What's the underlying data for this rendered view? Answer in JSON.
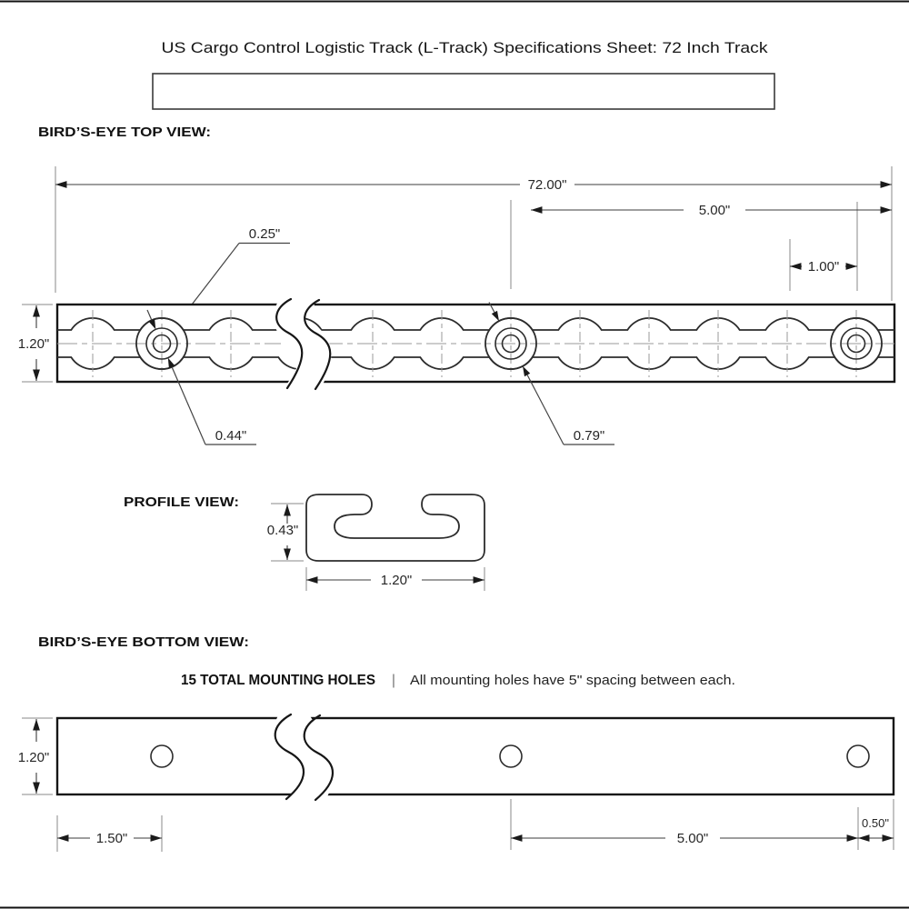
{
  "title": "US Cargo Control Logistic Track (L-Track) Specifications Sheet: 72 Inch Track",
  "sections": {
    "top_view": "BIRD’S-EYE TOP VIEW:",
    "profile": "PROFILE VIEW:",
    "bottom_view": "BIRD’S-EYE BOTTOM VIEW:"
  },
  "note": {
    "bold": "15 TOTAL MOUNTING HOLES",
    "separator": "|",
    "text": "All mounting holes have 5\" spacing between each."
  },
  "top_view_dims": {
    "overall_length": "72.00\"",
    "hole_spacing": "5.00\"",
    "circle_spacing": "1.00\"",
    "track_width": "1.20\"",
    "screw_hole_dia": "0.25\"",
    "countersink_dia": "0.44\"",
    "hole_dia": "0.79\""
  },
  "profile_dims": {
    "height": "0.43\"",
    "width": "1.20\""
  },
  "bottom_view_dims": {
    "track_width": "1.20\"",
    "first_hole_offset": "1.50\"",
    "hole_spacing": "5.00\"",
    "right_end_offset": "0.50\""
  },
  "colors": {
    "line": "#161616",
    "dimension_line": "#3c3c3c",
    "extension_line": "#8a8a8a",
    "background": "#ffffff"
  }
}
